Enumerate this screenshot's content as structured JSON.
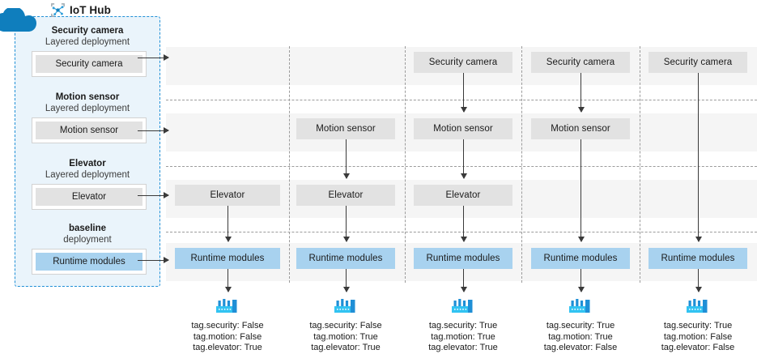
{
  "hub": {
    "title": "IoT Hub",
    "icon": "iot-hub-icon",
    "cloud_icon": "cloud-icon",
    "accent": "#1f8fd6",
    "panel_fill": "#eaf4fb",
    "groups": [
      {
        "name": "Security camera",
        "subtitle": "Layered deployment",
        "box_label": "Security camera",
        "kind": "layered"
      },
      {
        "name": "Motion sensor",
        "subtitle": "Layered deployment",
        "box_label": "Motion sensor",
        "kind": "layered"
      },
      {
        "name": "Elevator",
        "subtitle": "Layered deployment",
        "box_label": "Elevator",
        "kind": "layered"
      },
      {
        "name": "baseline",
        "subtitle": "deployment",
        "box_label": "Runtime modules",
        "kind": "baseline"
      }
    ]
  },
  "grid": {
    "row_labels": [
      "Security camera",
      "Motion sensor",
      "Elevator",
      "Runtime modules"
    ],
    "node_color": "#e2e2e2",
    "runtime_color": "#a8d2ef",
    "band_color": "#f5f5f5",
    "separator_color": "#9b9b9b"
  },
  "devices": [
    {
      "id": "device-1",
      "icon": "factory-icon",
      "nodes": {
        "security_camera": null,
        "motion_sensor": null,
        "elevator": "Elevator",
        "runtime": "Runtime modules"
      },
      "tags": [
        "tag.security: False",
        "tag.motion: False",
        "tag.elevator: True"
      ]
    },
    {
      "id": "device-2",
      "icon": "factory-icon",
      "nodes": {
        "security_camera": null,
        "motion_sensor": "Motion sensor",
        "elevator": "Elevator",
        "runtime": "Runtime modules"
      },
      "tags": [
        "tag.security: False",
        "tag.motion: True",
        "tag.elevator: True"
      ]
    },
    {
      "id": "device-3",
      "icon": "factory-icon",
      "nodes": {
        "security_camera": "Security camera",
        "motion_sensor": "Motion sensor",
        "elevator": "Elevator",
        "runtime": "Runtime modules"
      },
      "tags": [
        "tag.security: True",
        "tag.motion: True",
        "tag.elevator: True"
      ]
    },
    {
      "id": "device-4",
      "icon": "factory-icon",
      "nodes": {
        "security_camera": "Security camera",
        "motion_sensor": "Motion sensor",
        "elevator": null,
        "runtime": "Runtime modules"
      },
      "tags": [
        "tag.security: True",
        "tag.motion: True",
        "tag.elevator: False"
      ]
    },
    {
      "id": "device-5",
      "icon": "factory-icon",
      "nodes": {
        "security_camera": "Security camera",
        "motion_sensor": null,
        "elevator": null,
        "runtime": "Runtime modules"
      },
      "tags": [
        "tag.security: True",
        "tag.motion: False",
        "tag.elevator: False"
      ]
    }
  ]
}
